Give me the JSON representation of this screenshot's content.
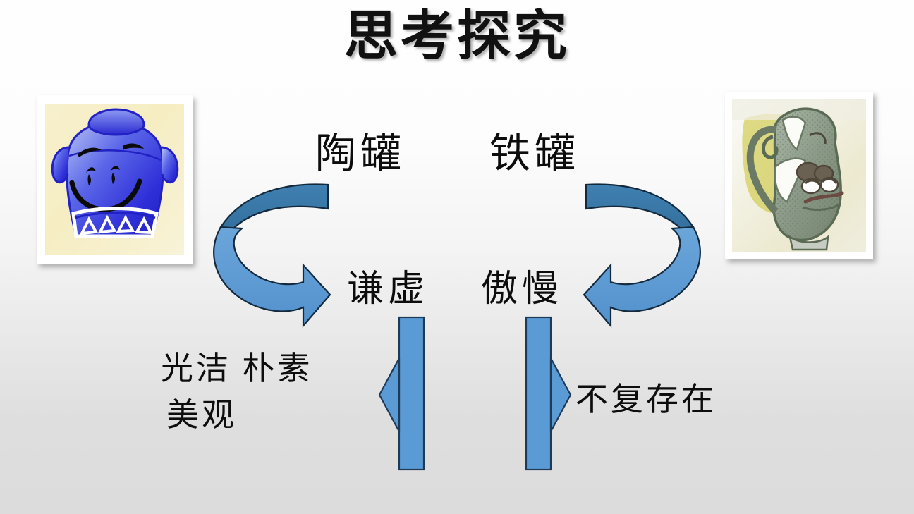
{
  "slide": {
    "title": "思考探究",
    "background_top_color": "#fdfdfd",
    "background_bottom_color": "#dcdcdc"
  },
  "images": {
    "left": {
      "alt": "陶罐",
      "description": "smiling blue pottery jar cartoon",
      "jar_color": "#3b3bdd",
      "background_color": "#f6edc2"
    },
    "right": {
      "alt": "铁罐",
      "description": "arrogant grey-green iron jar cartoon",
      "jar_color": "#8e9b8a",
      "background_color": "#ece9cf"
    }
  },
  "labels": {
    "clay_jar": "陶罐",
    "iron_jar": "铁罐",
    "humble": "谦虚",
    "arrogant": "傲慢",
    "clay_traits_line1": "光洁  朴素",
    "clay_traits_line2": "美观",
    "iron_fate": "不复存在"
  },
  "shapes": {
    "curved_arrow_left": {
      "name": "陶罐 → 谦虚",
      "direction": "clockwise-down-right",
      "band_color": "#3c7cad",
      "arrow_color": "#5b9bd5",
      "outline_color": "#1f3a57"
    },
    "curved_arrow_right": {
      "name": "铁罐 → 傲慢",
      "direction": "counterclockwise-down-left",
      "band_color": "#3c7cad",
      "arrow_color": "#5b9bd5",
      "outline_color": "#1f3a57"
    },
    "bar_arrow_left": {
      "name": "谦虚 → 光洁 朴素 美观",
      "direction": "left",
      "fill_color": "#5b9bd5",
      "outline_color": "#1f3a57"
    },
    "bar_arrow_right": {
      "name": "傲慢 → 不复存在",
      "direction": "right",
      "fill_color": "#5b9bd5",
      "outline_color": "#1f3a57"
    }
  }
}
